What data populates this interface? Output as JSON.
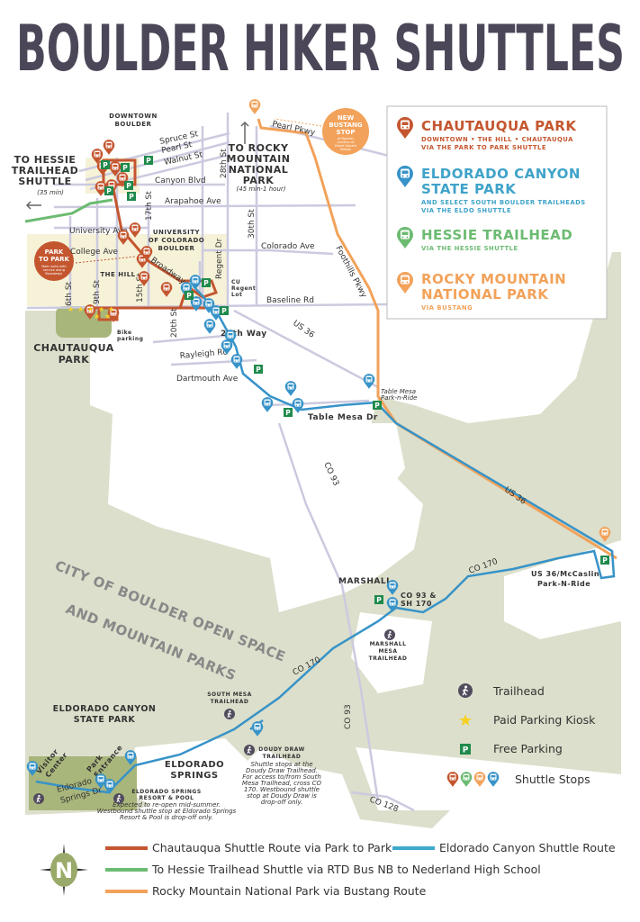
{
  "title": "BOULDER HIKER SHUTTLES",
  "colors": {
    "title": "#4b4658",
    "chautauqua": "#c4562f",
    "eldorado": "#3793c8",
    "hessie": "#6cbb72",
    "rmnp": "#f2a25a",
    "open_space": "#dcdfcb",
    "park": "#a9b67b",
    "campus": "#f6f2d8",
    "street": "#cbcadf"
  },
  "route_box": [
    {
      "title": "CHAUTAUQUA PARK",
      "subtitle_1": "DOWNTOWN • THE HILL • CHAUTAUQUA",
      "subtitle_2": "VIA THE PARK TO PARK SHUTTLE",
      "icon": "bus-pin-icon"
    },
    {
      "title_1": "ELDORADO CANYON",
      "title_2": "STATE PARK",
      "subtitle_1": "AND SELECT SOUTH BOULDER TRAILHEADS",
      "subtitle_2": "VIA THE ELDO SHUTTLE",
      "icon": "bus-pin-icon"
    },
    {
      "title": "HESSIE TRAILHEAD",
      "subtitle_1": "VIA THE HESSIE SHUTTLE",
      "icon": "bus-pin-icon"
    },
    {
      "title_1": "ROCKY MOUNTAIN",
      "title_2": "NATIONAL PARK",
      "subtitle_1": "VIA BUSTANG",
      "icon": "bus-pin-icon"
    }
  ],
  "map": {
    "downtown": [
      "DOWNTOWN",
      "BOULDER"
    ],
    "to_hessie": [
      "TO HESSIE",
      "TRAILHEAD",
      "SHUTTLE"
    ],
    "hessie_time": "(35 min)",
    "to_rmnp": [
      "TO ROCKY",
      "MOUNTAIN",
      "NATIONAL",
      "PARK"
    ],
    "rmnp_time": "(45 min-1 hour)",
    "new_stop": [
      "NEW",
      "BUSTANG",
      "STOP"
    ],
    "new_stop_note": [
      "at Boulder",
      "Junction at",
      "Depot Square",
      "Station"
    ],
    "park_to_park": [
      "PARK",
      "TO PARK"
    ],
    "park_to_park_note": [
      "New route with",
      "service along",
      "Broadway!"
    ],
    "university": [
      "UNIVERSITY",
      "OF COLORADO",
      "BOULDER"
    ],
    "the_hill": "THE HILL",
    "chautauqua_park": [
      "CHAUTAUQUA",
      "PARK"
    ],
    "bike_parking": [
      "Bike",
      "parking"
    ],
    "cu_regent": [
      "CU",
      "Regent",
      "Lot"
    ],
    "twenty_seventh_way": "27th Way",
    "table_mesa_dr": "Table Mesa Dr",
    "table_mesa_pnr": [
      "Table Mesa",
      "Park-n-Ride"
    ],
    "open_space": [
      "CITY OF BOULDER OPEN SPACE",
      "AND MOUNTAIN PARKS"
    ],
    "marshall": "MARSHALL",
    "co93_sh170": [
      "CO 93 &",
      "SH 170"
    ],
    "marshall_mesa": [
      "MARSHALL",
      "MESA",
      "TRAILHEAD"
    ],
    "mccaslin": [
      "US 36/McCaslin",
      "Park-N-Ride"
    ],
    "south_mesa": [
      "SOUTH MESA",
      "TRAILHEAD"
    ],
    "doudy_draw": [
      "DOUDY DRAW",
      "TRAILHEAD"
    ],
    "doudy_note": [
      "Shuttle stops at the",
      "Doudy Draw Trailhead.",
      "For access to/from South",
      "Mesa Trailhead, cross CO",
      "170. Westbound shuttle",
      "stop at Doudy Draw is",
      "drop-off only."
    ],
    "eldorado_park": [
      "ELDORADO CANYON",
      "STATE PARK"
    ],
    "visitor_center": [
      "Visitor",
      "Center"
    ],
    "park_entrance": [
      "Park",
      "Entrance"
    ],
    "eldorado_springs": [
      "ELDORADO",
      "SPRINGS"
    ],
    "resort": [
      "ELDORADO SPRINGS",
      "RESORT & POOL"
    ],
    "resort_note": [
      "Expected to re-open mid-summer.",
      "Westbound shuttle stop at Eldorado Springs",
      "Resort & Pool is drop-off only."
    ],
    "streets": {
      "spruce": "Spruce St",
      "pearl": "Pearl St",
      "walnut": "Walnut St",
      "canyon": "Canyon Blvd",
      "arapahoe": "Arapahoe Ave",
      "university": "University Ave",
      "college": "College Ave",
      "colorado": "Colorado Ave",
      "baseline": "Baseline Rd",
      "broadway": "Broadway",
      "st6": "6th St",
      "st9": "9th St",
      "st15": "15th St",
      "st17": "17th St",
      "st20": "20th St",
      "st28": "28th St",
      "st30": "30th St",
      "regent": "Regent Dr",
      "pearl_pkwy": "Pearl Pkwy",
      "foothills": "Foothills Pkwy",
      "us36_a": "US 36",
      "us36_b": "US 36",
      "rayleigh": "Rayleigh Rd",
      "dartmouth": "Dartmouth Ave",
      "co93_a": "CO 93",
      "co93_b": "CO 93",
      "co170_a": "CO 170",
      "co170_b": "CO 170",
      "co128": "CO 128",
      "eldorado_springs_dr": [
        "Eldorado",
        "Springs Dr"
      ]
    }
  },
  "symbol_legend": [
    {
      "label": "Trailhead",
      "icon": "hiker-icon"
    },
    {
      "label": "Paid Parking Kiosk",
      "icon": "star-icon"
    },
    {
      "label": "Free Parking",
      "icon": "parking-icon"
    },
    {
      "label": "Shuttle Stops",
      "icon": "bus-pin-icon"
    }
  ],
  "route_legend": [
    {
      "label": "Chautauqua Shuttle Route via Park to Park",
      "color": "#c4562f"
    },
    {
      "label": "Eldorado Canyon Shuttle Route",
      "color": "#3793c8"
    },
    {
      "label": "To Hessie Trailhead Shuttle via RTD Bus NB to Nederland High School",
      "color": "#6cbb72"
    },
    {
      "label": "Rocky Mountain National Park via Bustang Route",
      "color": "#f2a25a"
    }
  ],
  "compass": "N"
}
